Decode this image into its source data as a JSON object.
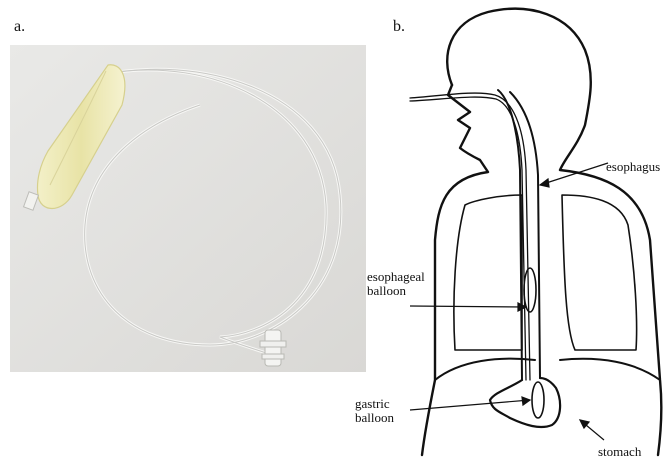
{
  "panels": {
    "a_label": "a.",
    "b_label": "b."
  },
  "annotations": {
    "esophagus": "esophagus",
    "esophageal_balloon_line1": "esophageal",
    "esophageal_balloon_line2": "balloon",
    "gastric_balloon_line1": "gastric",
    "gastric_balloon_line2": "balloon",
    "stomach": "stomach"
  }
}
